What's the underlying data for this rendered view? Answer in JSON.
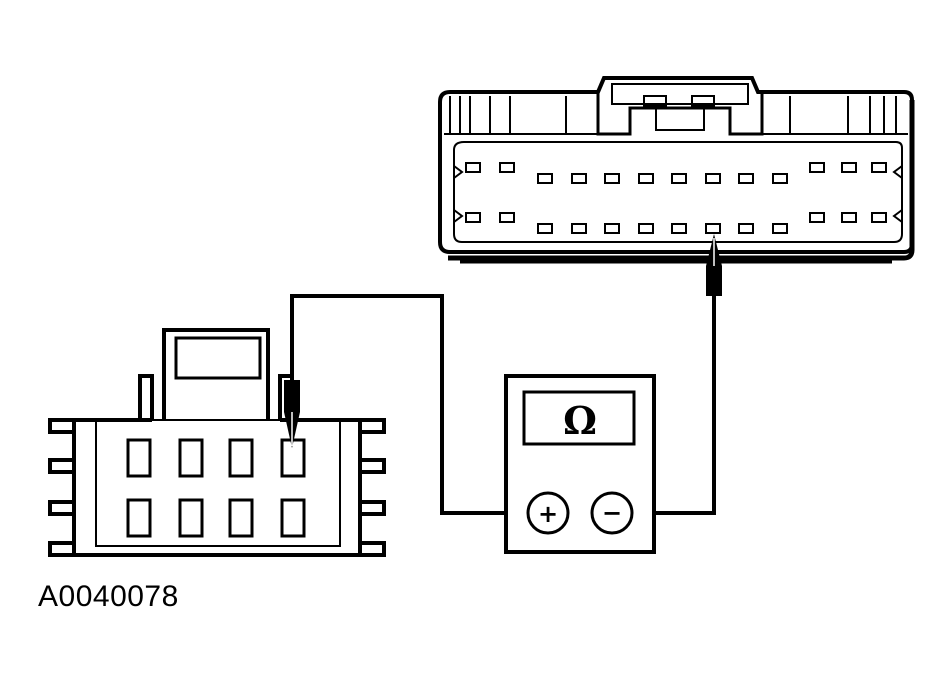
{
  "figure": {
    "id": "A0040078"
  },
  "meter": {
    "display_symbol": "Ω",
    "positive_symbol": "+",
    "negative_symbol": "−"
  },
  "colors": {
    "line": "#000000",
    "background": "#ffffff"
  },
  "connector_large": {
    "top_row_pins": 13,
    "bottom_row_pins": 13
  },
  "connector_small": {
    "pin_rows": 2,
    "pins_per_row": 4
  }
}
